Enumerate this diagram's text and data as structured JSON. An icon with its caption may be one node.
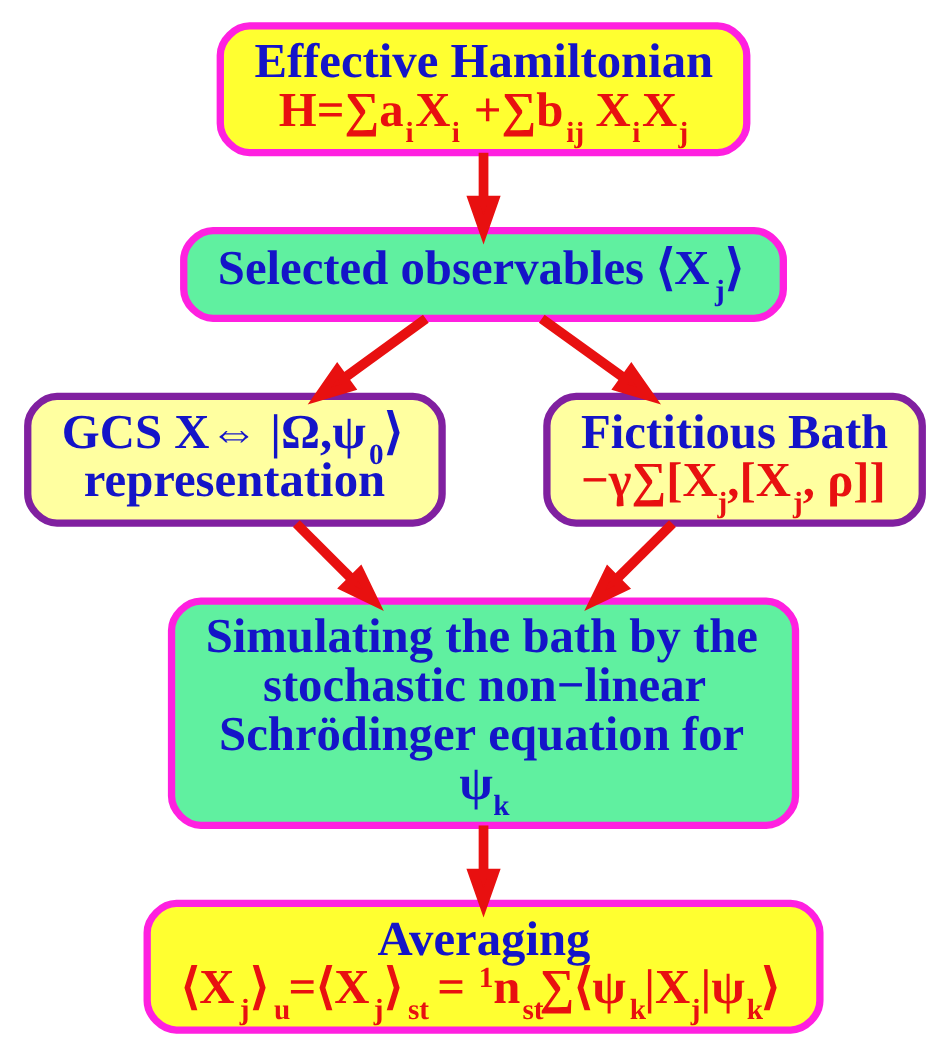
{
  "diagram": {
    "nodes": [
      {
        "text": [
          "Effective Hamiltonian",
          "H=∑a$_{i}$X$_{i}$ +∑b$_{ij}$ X$_{i}$X$_{j}$"
        ]
      },
      {
        "text": [
          "Selected observables ⟨X$_{j}$⟩"
        ]
      },
      {
        "text": [
          "GCS X⇔ |Ω,ψ$_{0}$⟩ representation"
        ]
      },
      {
        "text": [
          "Fictitious Bath",
          "−γ∑[X$_{j}$,[X$_{j}$, ρ]]"
        ]
      },
      {
        "text": [
          "Simulating the bath by the stochastic non−linear Schrödinger equation for ψ$_{k}$"
        ]
      },
      {
        "text": [
          "Averaging",
          "⟨X$_{j}$⟩$_{u}$=⟨X$_{j}$⟩$_{st}$ = $^{1}$n$_{st}$∑⟨ψ$_{k}$|X$_{j}$|ψ$_{k}$⟩"
        ]
      }
    ],
    "edges": [
      {
        "from": 0,
        "to": 1,
        "arrow": "to"
      },
      {
        "from": 1,
        "to": 2,
        "arrow": "to"
      },
      {
        "from": 1,
        "to": 3,
        "arrow": "to"
      },
      {
        "from": 2,
        "to": 4,
        "arrow": "to"
      },
      {
        "from": 3,
        "to": 4,
        "arrow": "to"
      },
      {
        "from": 4,
        "to": 5,
        "arrow": "to"
      }
    ]
  }
}
